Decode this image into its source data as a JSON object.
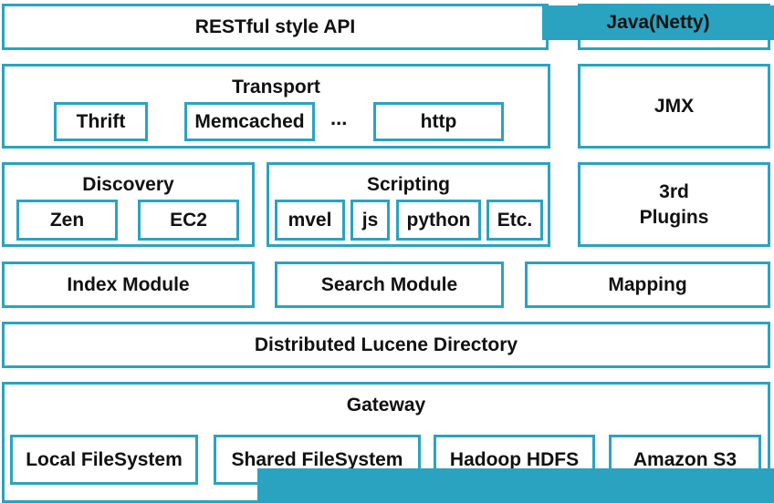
{
  "api": {
    "label": "RESTful style API"
  },
  "java": {
    "label": "Java(Netty)"
  },
  "transport": {
    "title": "Transport",
    "items": [
      "Thrift",
      "Memcached",
      "http"
    ],
    "ellipsis": "..."
  },
  "jmx": {
    "label": "JMX"
  },
  "discovery": {
    "title": "Discovery",
    "items": [
      "Zen",
      "EC2"
    ]
  },
  "scripting": {
    "title": "Scripting",
    "items": [
      "mvel",
      "js",
      "python",
      "Etc."
    ]
  },
  "plugins": {
    "line1": "3rd",
    "line2": "Plugins"
  },
  "modules": {
    "index": "Index Module",
    "search": "Search Module",
    "mapping": "Mapping"
  },
  "lucene": {
    "label": "Distributed Lucene Directory"
  },
  "gateway": {
    "title": "Gateway",
    "items": [
      "Local FileSystem",
      "Shared FileSystem",
      "Hadoop HDFS",
      "Amazon S3"
    ]
  },
  "colors": {
    "accent": "#2aa3c0",
    "text": "#111111",
    "background": "#ffffff"
  }
}
